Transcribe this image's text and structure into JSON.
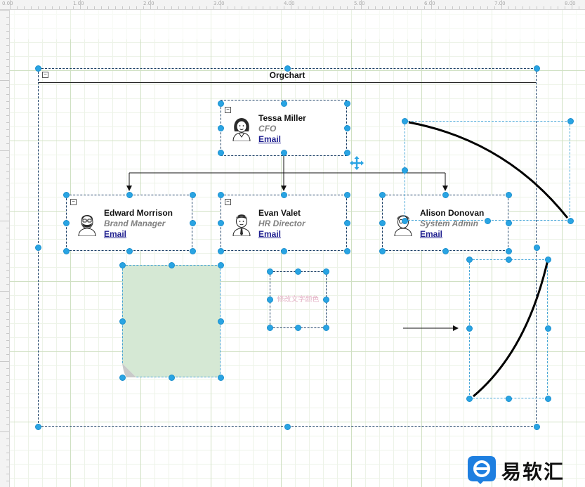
{
  "ruler": {
    "labels": [
      "0.00",
      "1.00",
      "2.00",
      "3.00",
      "4.00",
      "5.00",
      "6.00",
      "7.00",
      "8.00"
    ]
  },
  "container": {
    "title": "Orgchart",
    "collapse_symbol": "−"
  },
  "people": [
    {
      "name": "Tessa Miller",
      "role": "CFO",
      "email_label": "Email",
      "avatar_icon": "female-avatar-icon"
    },
    {
      "name": "Edward Morrison",
      "role": "Brand Manager",
      "email_label": "Email",
      "avatar_icon": "bearded-glasses-avatar-icon"
    },
    {
      "name": "Evan Valet",
      "role": "HR Director",
      "email_label": "Email",
      "avatar_icon": "male-tie-avatar-icon"
    },
    {
      "name": "Alison Donovan",
      "role": "System Admin",
      "email_label": "Email",
      "avatar_icon": "glasses-avatar-icon"
    }
  ],
  "textbox": {
    "text": "修改文字颜色",
    "text_color": "#e3b1c4"
  },
  "note": {
    "fill_color": "#d5e8d4"
  },
  "colors": {
    "handle": "#29a4e3",
    "selection": "#4aa8d8",
    "grid": "#cfe0c2"
  },
  "icons": {
    "move": "move-arrows-icon",
    "logo": "brand-logo-icon"
  },
  "logo": {
    "text": "易软汇"
  }
}
